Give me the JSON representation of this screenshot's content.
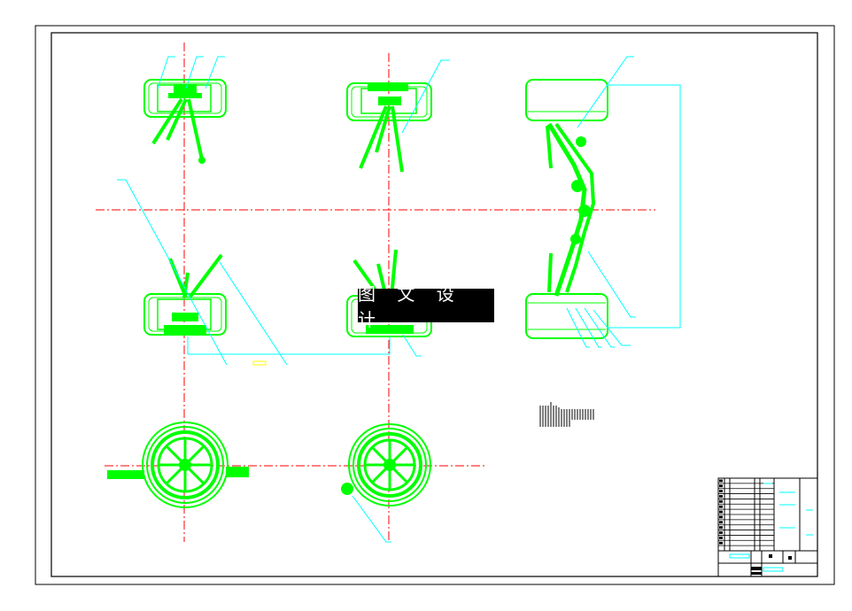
{
  "drawing": {
    "watermark_text": "图 文 设 计",
    "colors": {
      "background": "#ffffff",
      "frame": "#000000",
      "parts": "#00ff00",
      "center_lines": "#ff0000",
      "leaders": "#00ffff",
      "note": "#ffff00"
    }
  },
  "views": [
    {
      "id": "top-left",
      "kind": "side-wheel-top"
    },
    {
      "id": "top-mid",
      "kind": "side-wheel-top"
    },
    {
      "id": "top-right",
      "kind": "folded-side"
    },
    {
      "id": "mid-left",
      "kind": "side-wheel-bottom"
    },
    {
      "id": "mid-mid",
      "kind": "side-wheel-bottom"
    },
    {
      "id": "bottom-left",
      "kind": "wheel-face"
    },
    {
      "id": "bottom-mid",
      "kind": "wheel-face"
    }
  ],
  "title_block": {
    "parts_list_rows": 14
  }
}
